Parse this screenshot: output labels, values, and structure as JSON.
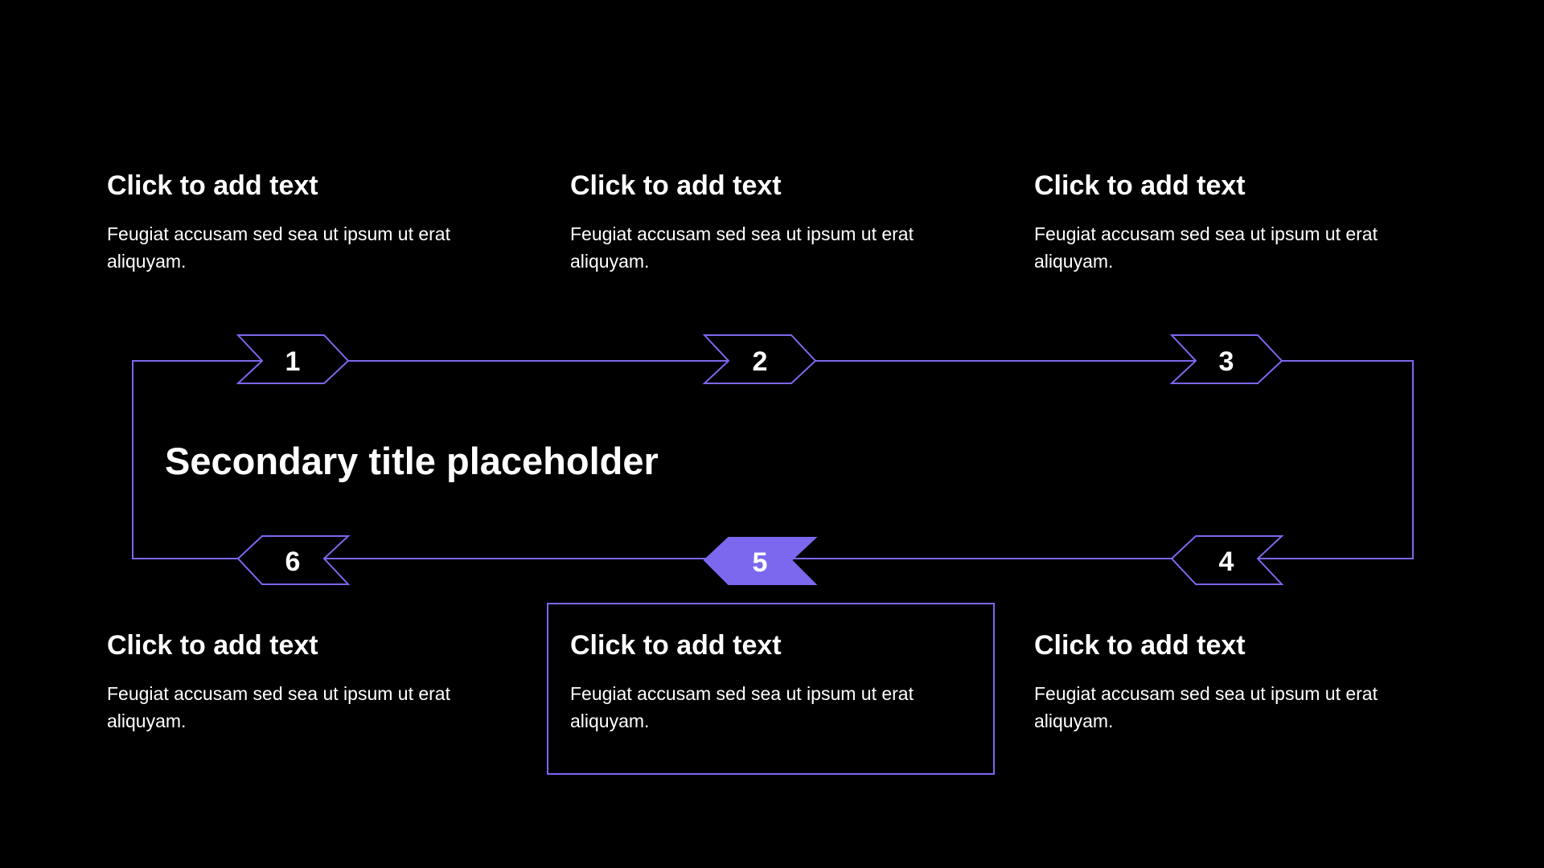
{
  "accent_color": "#7b68ee",
  "background_color": "#000000",
  "secondary_title": "Secondary title placeholder",
  "steps": [
    {
      "number": "1",
      "title": "Click to add text",
      "body": "Feugiat accusam sed sea ut ipsum ut erat aliquyam."
    },
    {
      "number": "2",
      "title": "Click to add text",
      "body": "Feugiat accusam sed sea ut ipsum ut erat aliquyam."
    },
    {
      "number": "3",
      "title": "Click to add text",
      "body": "Feugiat accusam sed sea ut ipsum ut erat aliquyam."
    },
    {
      "number": "4",
      "title": "Click to add text",
      "body": "Feugiat accusam sed sea ut ipsum ut erat aliquyam."
    },
    {
      "number": "5",
      "title": "Click to add text",
      "body": "Feugiat accusam sed sea ut ipsum ut erat aliquyam.",
      "highlighted": true
    },
    {
      "number": "6",
      "title": "Click to add text",
      "body": "Feugiat accusam sed sea ut ipsum ut erat aliquyam."
    }
  ]
}
